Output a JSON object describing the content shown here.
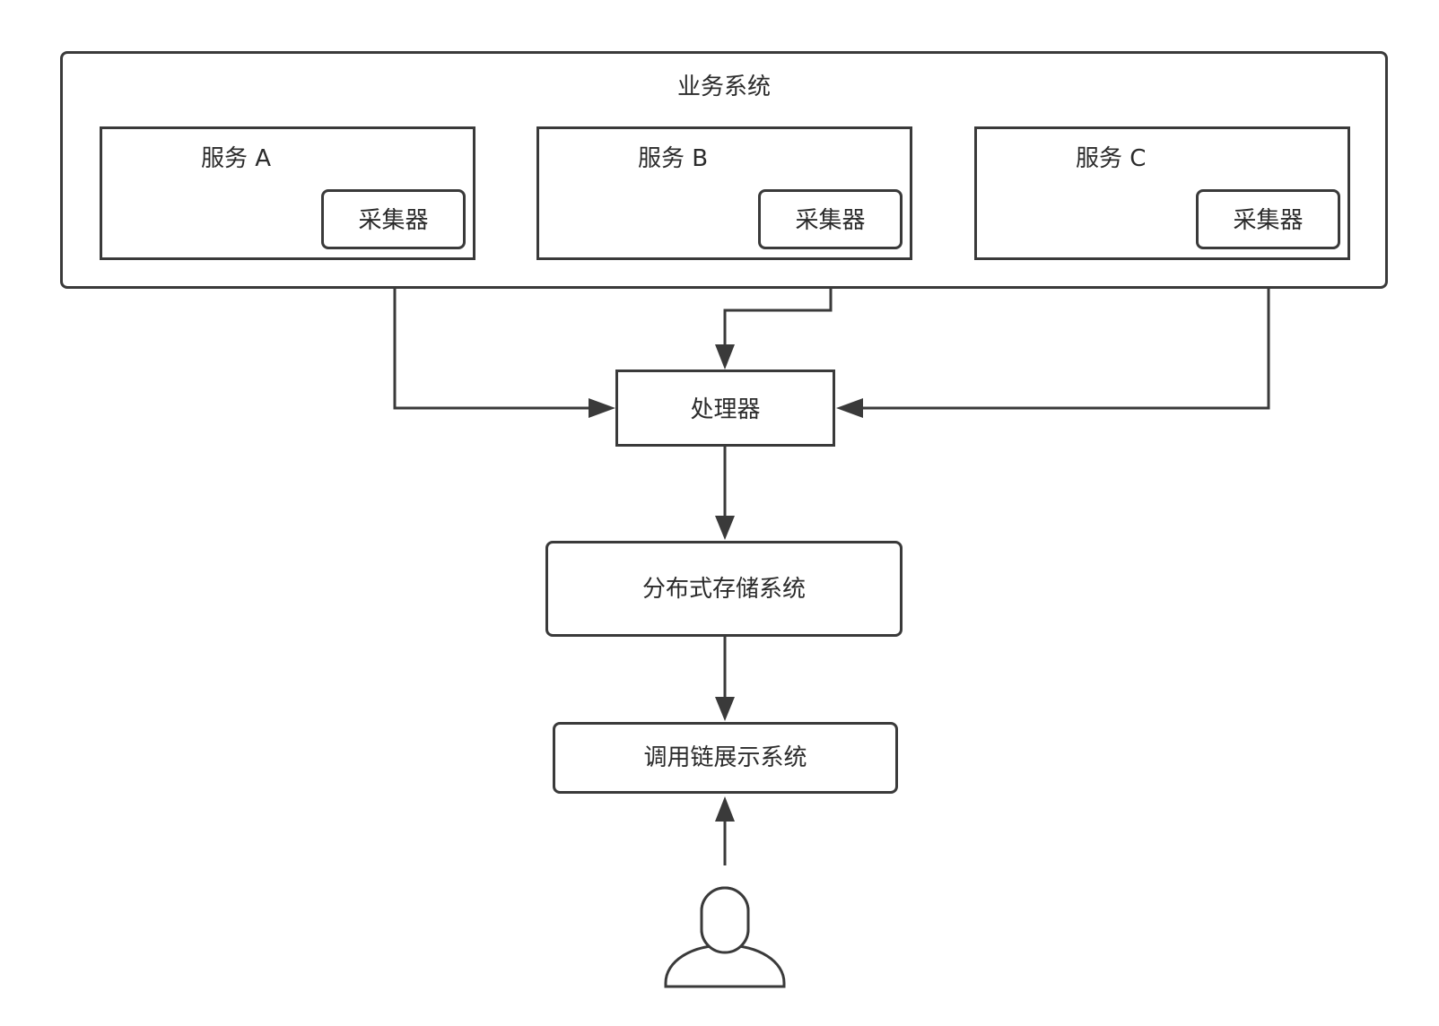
{
  "diagram": {
    "business_system": {
      "title": "业务系统",
      "services": [
        {
          "name": "服务 A",
          "collector": "采集器"
        },
        {
          "name": "服务 B",
          "collector": "采集器"
        },
        {
          "name": "服务 C",
          "collector": "采集器"
        }
      ]
    },
    "processor": "处理器",
    "storage": "分布式存储系统",
    "display": "调用链展示系统",
    "user_icon": "user-icon",
    "colors": {
      "stroke": "#3a3a3a",
      "text": "#2b2b2b",
      "background": "#ffffff"
    }
  }
}
